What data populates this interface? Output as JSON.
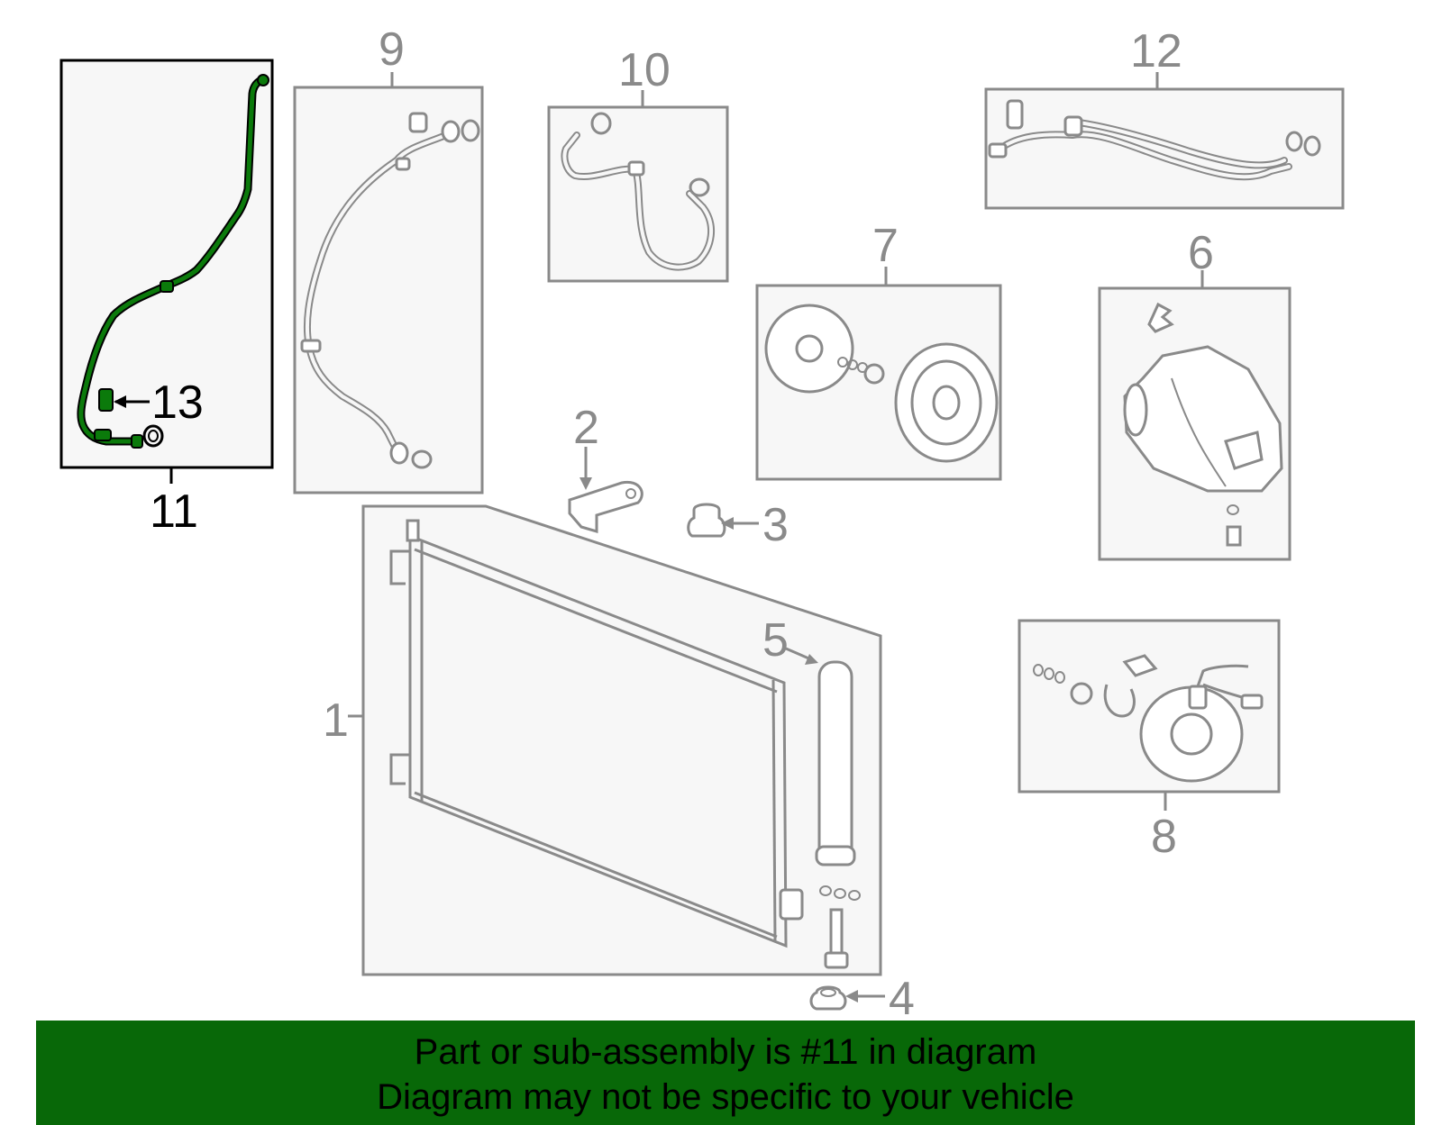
{
  "callouts": {
    "c1": "1",
    "c2": "2",
    "c3": "3",
    "c4": "4",
    "c5": "5",
    "c6": "6",
    "c7": "7",
    "c8": "8",
    "c9": "9",
    "c10": "10",
    "c11": "11",
    "c12": "12",
    "c13": "13"
  },
  "banner": {
    "line1": "Part or sub-assembly is #11 in diagram",
    "line2": "Diagram may not be specific to your vehicle"
  },
  "colors": {
    "highlight_part": "#0b7a0b",
    "banner_bg": "#086808",
    "diagram_line": "#8a8a8a",
    "panel_fill": "#f7f7f7"
  }
}
